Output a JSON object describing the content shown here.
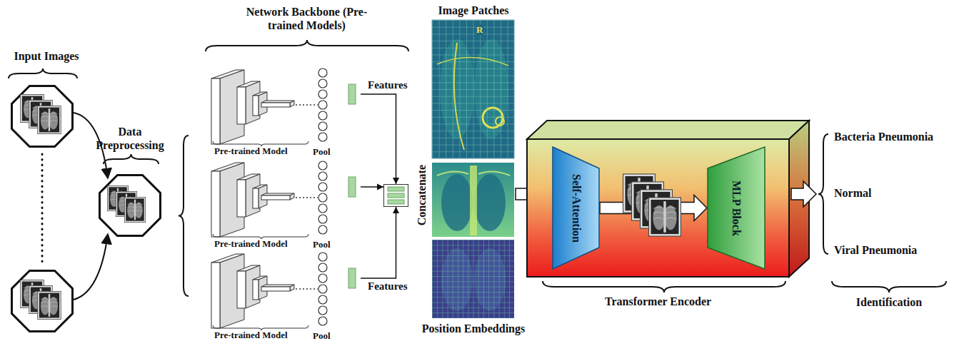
{
  "diagram": {
    "nodes": [
      {
        "text": [
          "Pre-trained Model",
          "Pool"
        ]
      },
      {
        "text": [
          "Pre-trained Model",
          "Pool"
        ]
      },
      {
        "text": [
          "Pre-trained Model",
          "Pool"
        ]
      },
      {
        "text": [
          "Concatenate"
        ]
      },
      {
        "text": [
          "Transformer Encoder"
        ]
      },
      {
        "text": [
          "Self-Attention"
        ],
        "in": 4
      },
      {
        "text": [
          "MLP Block"
        ],
        "in": 4
      }
    ],
    "edges": [
      {
        "from": 0,
        "to": 3,
        "arrow": "to",
        "label": "Features"
      },
      {
        "from": 1,
        "to": 3,
        "arrow": "to"
      },
      {
        "from": 2,
        "to": 3,
        "arrow": "to",
        "label": "Features"
      },
      {
        "from": 5,
        "to": 6,
        "arrow": "to"
      }
    ],
    "labels": [
      "Input Images",
      "Data Preprocessing",
      "Network Backbone (Pre-trained Models)",
      "Image Patches",
      "R",
      "Position Embeddings",
      "Bacteria Pneumonia",
      "Normal",
      "Viral Pneumonia",
      "Identification"
    ]
  }
}
